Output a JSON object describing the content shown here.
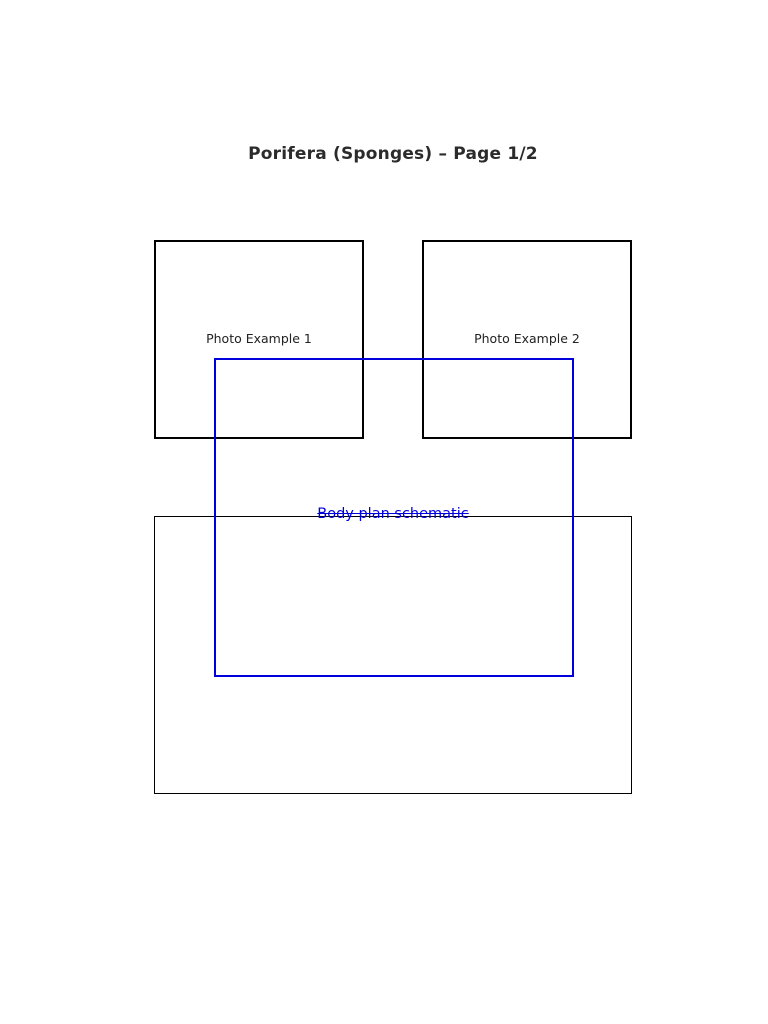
{
  "page": {
    "title": "Porifera (Sponges) – Page 1/2"
  },
  "photos": [
    {
      "label": "Photo Example 1"
    },
    {
      "label": "Photo Example 2"
    }
  ],
  "schematic": {
    "label": "Body plan schematic",
    "overlay_color": "#0000dd"
  }
}
